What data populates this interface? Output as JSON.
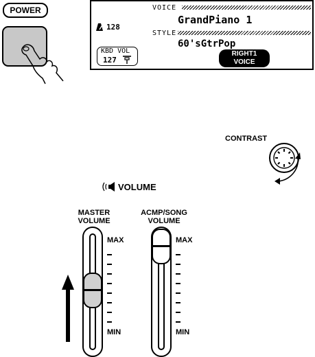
{
  "power": {
    "label": "POWER",
    "icons": [
      "hand-icon"
    ]
  },
  "lcd": {
    "voice_caption": "VOICE",
    "voice_name": "GrandPiano 1",
    "style_caption": "STYLE",
    "style_name": "60'sGtrPop",
    "tempo_value": "128",
    "tempo_icon": "metronome-icon",
    "kbd_vol_label": "KBD VOL",
    "kbd_vol_value": "127",
    "kbd_vol_icon": "fader-icon",
    "right1_line1": "RIGHT1",
    "right1_line2": "VOICE"
  },
  "contrast": {
    "label": "CONTRAST",
    "icons": [
      "knob-icon",
      "curved-arrow-icon"
    ]
  },
  "volume": {
    "title": "VOLUME",
    "icon": "speaker-icon",
    "master": {
      "line1": "MASTER",
      "line2": "VOLUME",
      "max": "MAX",
      "min": "MIN",
      "level": 0.4
    },
    "acmp": {
      "line1": "ACMP/SONG",
      "line2": "VOLUME",
      "max": "MAX",
      "min": "MIN",
      "level": 0.9
    },
    "arrow_icon": "up-arrow-icon"
  }
}
